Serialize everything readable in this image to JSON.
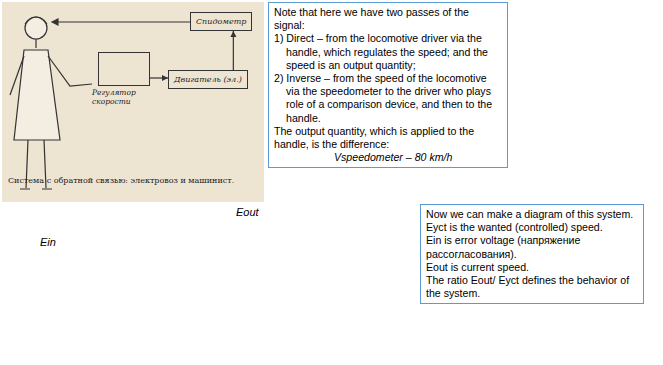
{
  "diagram": {
    "nodes": [
      {
        "text": [
          "Спидометр"
        ]
      },
      {
        "text": [
          "Регулятор скорости"
        ]
      },
      {
        "text": [
          "Двигатель (эл.)"
        ]
      },
      {
        "text": [
          "Note that here we have two passes of the signal:",
          "1) Direct – from the locomotive driver via the handle, which regulates the speed; and the speed is an output quantity;",
          "2) Inverse – from the speed of the locomotive via the speedometer to the driver who plays role of a comparison device, and then to the handle.",
          "The output quantity, which is applied to the handle, is the difference:",
          "Vspeedometer – 80 km/h"
        ]
      },
      {
        "text": [
          "Now we can make a diagram of this system.",
          "Eyct is the wanted (controlled) speed.",
          "Ein is error voltage (напряжение рассогласования).",
          "Eout is current speed.",
          "The ratio Eout/ Eyct defines the behavior of the system."
        ]
      }
    ],
    "edges": [
      {
        "from": 1,
        "to": 2,
        "arrow": "to"
      },
      {
        "from": 2,
        "to": 0,
        "arrow": "to"
      }
    ],
    "labels": [
      "Система с обратной связью: электровоз и машинист.",
      "Eout",
      "Ein"
    ]
  }
}
